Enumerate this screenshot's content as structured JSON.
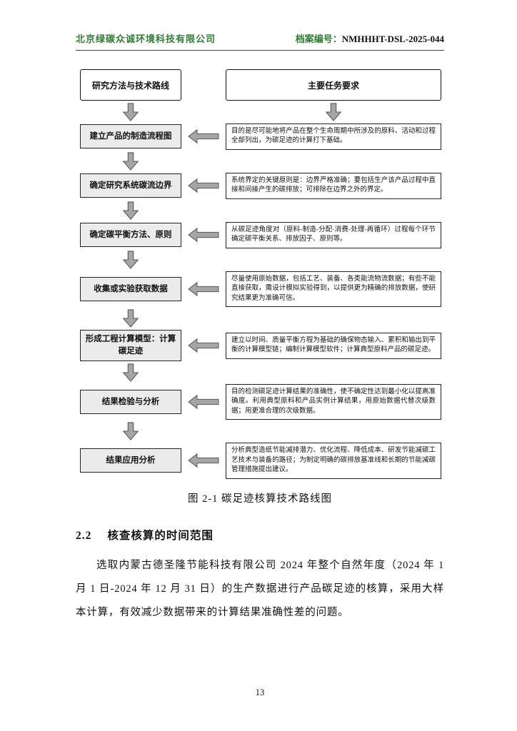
{
  "header": {
    "company": "北京绿碳众诚环境科技有限公司",
    "archive_label": "档案编号：",
    "archive_no": "NMHHHT-DSL-2025-044"
  },
  "flow": {
    "left_header": "研究方法与技术路线",
    "right_header": "主要任务要求",
    "steps": [
      {
        "left": "建立产品的制造流程图",
        "right": "目的是尽可能地将产品在整个生命周期中所涉及的原料、活动和过程全部列出，为碳足迹的计算打下基础。"
      },
      {
        "left": "确定研究系统碳流边界",
        "right": "系统界定的关键原则是：边界严格准确；要包括生产该产品过程中直接和间接产生的碳排放；可排除在边界之外的界定。"
      },
      {
        "left": "确定碳平衡方法、原则",
        "right": "从碳足迹角度对（原料-制造-分配-消费-处理-再循环）过程每个环节确定碳平衡关系、排放因子、原则等。"
      },
      {
        "left": "收集或实验获取数据",
        "right": "尽量使用原始数据，包括工艺、装备、各类能流物流数据；有些不能直接获取，需设计模拟实验得到，以提供更为精确的排放数据，使研究结果更为准确可信。"
      },
      {
        "left": "形成工程计算模型：计算碳足迹",
        "right": "建立以时间、质量平衡方程为基础的确保物态输入、累积和输出到平衡的计算模型链；编制计算模型软件；计算典型原料产品的碳足迹。"
      },
      {
        "left": "结果检验与分析",
        "right": "目的检测碳足迹计算结果的准确性，使不确定性达到最小化以提高准确度。利用典型原料和产品实例计算结果，用原始数据代替次级数据；用更准合理的次级数据。"
      },
      {
        "left": "结果应用分析",
        "right": "分析典型造纸节能减排潜力、优化流程、降低成本、研发节能减碳工艺技术与装备的路径；为制定明确的碳排放基准线和长期的节能减碳管理措施提出建议。"
      }
    ]
  },
  "caption": "图 2-1 碳足迹核算技术路线图",
  "section": {
    "number": "2.2",
    "title": "核查核算的时间范围"
  },
  "paragraph": "选取内蒙古德圣隆节能科技有限公司 2024 年整个自然年度（2024 年 1 月 1 日-2024 年 12 月 31 日）的生产数据进行产品碳足迹的核算，采用大样本计算，有效减少数据带来的计算结果准确性差的问题。",
  "page_number": "13",
  "colors": {
    "accent_green": "#2e7d32",
    "arrow_fill": "#a6a6a6",
    "arrow_edge": "#5a5a5a",
    "step_box_fill": "#ebebeb"
  }
}
